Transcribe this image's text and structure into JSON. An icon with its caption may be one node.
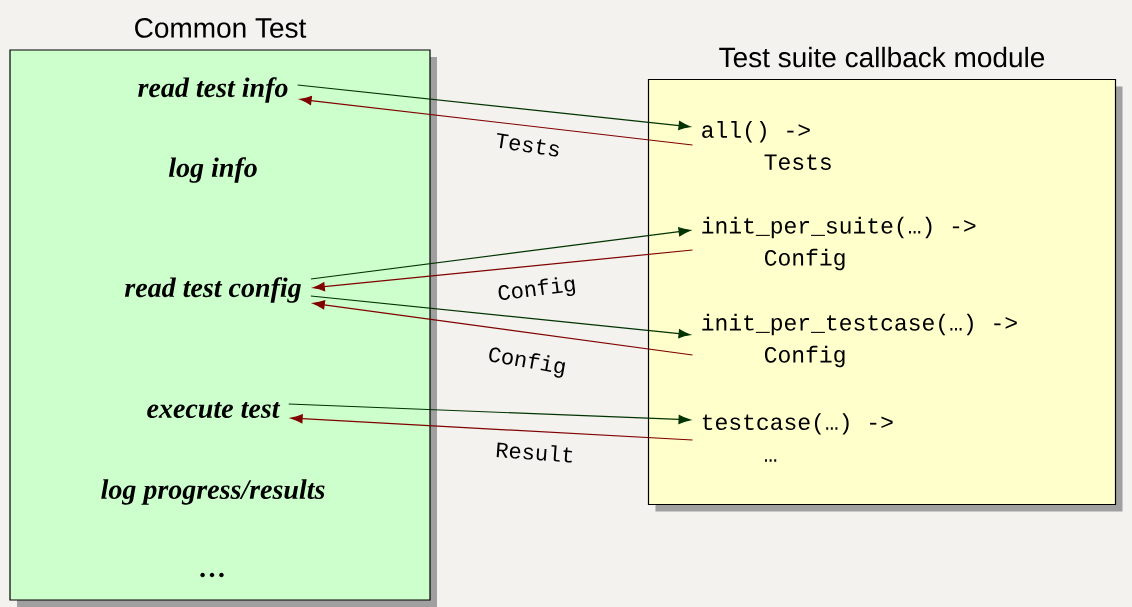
{
  "diagram": {
    "nodes": [
      {
        "text": [
          "Common Test"
        ]
      },
      {
        "text": [
          "read test info"
        ],
        "in": 0
      },
      {
        "text": [
          "log info"
        ],
        "in": 0
      },
      {
        "text": [
          "read test config"
        ],
        "in": 0
      },
      {
        "text": [
          "execute test"
        ],
        "in": 0
      },
      {
        "text": [
          "log progress/results"
        ],
        "in": 0
      },
      {
        "text": [
          "…"
        ],
        "in": 0
      },
      {
        "text": [
          "Test suite callback module"
        ]
      },
      {
        "text": [
          "all() ->",
          "Tests"
        ],
        "in": 7
      },
      {
        "text": [
          "init_per_suite(…) ->",
          "Config"
        ],
        "in": 7
      },
      {
        "text": [
          "init_per_testcase(…) ->",
          "Config"
        ],
        "in": 7
      },
      {
        "text": [
          "testcase(…) ->",
          "…"
        ],
        "in": 7
      }
    ],
    "edges": [
      {
        "from": 1,
        "to": 8,
        "arrow": "to",
        "color": "#003300"
      },
      {
        "from": 8,
        "to": 1,
        "arrow": "to",
        "label": "Tests",
        "color": "#800000"
      },
      {
        "from": 3,
        "to": 9,
        "arrow": "to",
        "color": "#003300"
      },
      {
        "from": 9,
        "to": 3,
        "arrow": "to",
        "label": "Config",
        "color": "#800000"
      },
      {
        "from": 3,
        "to": 10,
        "arrow": "to",
        "color": "#003300"
      },
      {
        "from": 10,
        "to": 3,
        "arrow": "to",
        "label": "Config",
        "color": "#800000"
      },
      {
        "from": 4,
        "to": 11,
        "arrow": "to",
        "color": "#003300"
      },
      {
        "from": 11,
        "to": 4,
        "arrow": "to",
        "label": "Result",
        "color": "#800000"
      }
    ]
  }
}
